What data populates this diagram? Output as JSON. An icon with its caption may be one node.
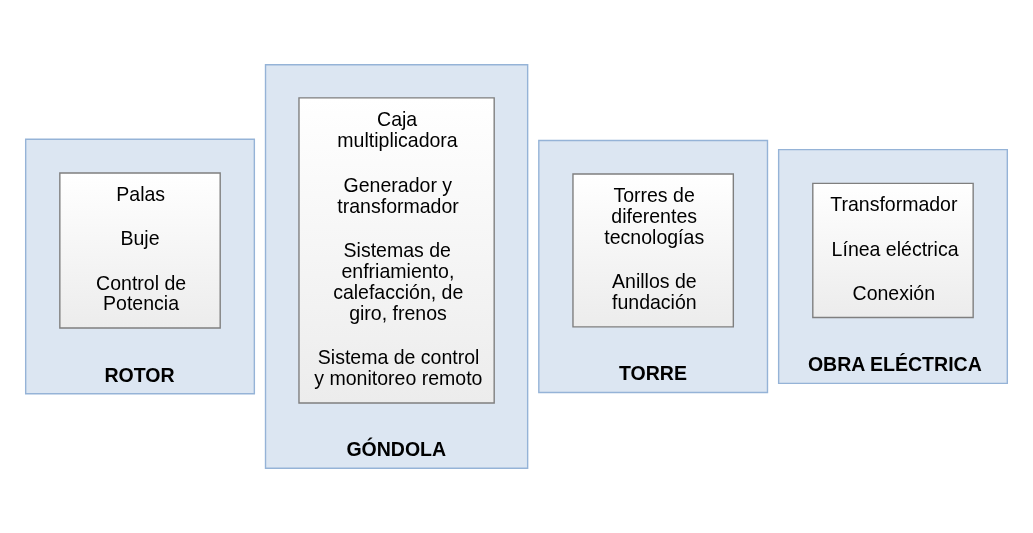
{
  "diagram": {
    "nodes": [
      {
        "text": [
          "ROTOR"
        ]
      },
      {
        "text": [
          "Palas",
          "Buje",
          "Control de Potencia"
        ],
        "in": 0
      },
      {
        "text": [
          "GÓNDOLA"
        ]
      },
      {
        "text": [
          "Caja multiplicadora",
          "Generador y transformador",
          "Sistemas de enfriamiento, calefacción, de giro, frenos",
          "Sistema de control y monitoreo remoto"
        ],
        "in": 2
      },
      {
        "text": [
          "TORRE"
        ]
      },
      {
        "text": [
          "Torres de diferentes tecnologías",
          "Anillos de fundación"
        ],
        "in": 4
      },
      {
        "text": [
          "OBRA ELÉCTRICA"
        ]
      },
      {
        "text": [
          "Transformador",
          "Línea eléctrica",
          "Conexión"
        ],
        "in": 6
      }
    ]
  }
}
